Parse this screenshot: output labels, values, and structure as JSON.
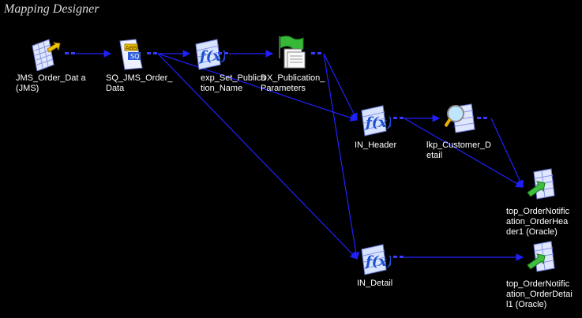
{
  "window": {
    "title": "Mapping Designer"
  },
  "nodes": [
    {
      "id": "src",
      "icon": "source-definition-icon",
      "label": "JMS_Order_Dat a\n(JMS)"
    },
    {
      "id": "sq",
      "icon": "source-qualifier-icon",
      "label": "SQ_JMS_Order_\nData"
    },
    {
      "id": "exp",
      "icon": "expression-icon",
      "label": "exp_Set_Publica\ntion_Name"
    },
    {
      "id": "dx",
      "icon": "data-exchange-flag-icon",
      "label": "DX_Publication_\nParameters"
    },
    {
      "id": "inh",
      "icon": "expression-icon",
      "label": "IN_Header"
    },
    {
      "id": "lkp",
      "icon": "lookup-icon",
      "label": "lkp_Customer_D\netail"
    },
    {
      "id": "tgt1",
      "icon": "target-definition-icon",
      "label": "top_OrderNotific\nation_OrderHea\nder1 (Oracle)"
    },
    {
      "id": "ind",
      "icon": "expression-icon",
      "label": "IN_Detail"
    },
    {
      "id": "tgt2",
      "icon": "target-definition-icon",
      "label": "top_OrderNotific\nation_OrderDetai\nl1 (Oracle)"
    }
  ],
  "colors": {
    "background": "#000000",
    "link": "#2020ff",
    "text": "#ffffff",
    "title": "#d8d8d8"
  }
}
